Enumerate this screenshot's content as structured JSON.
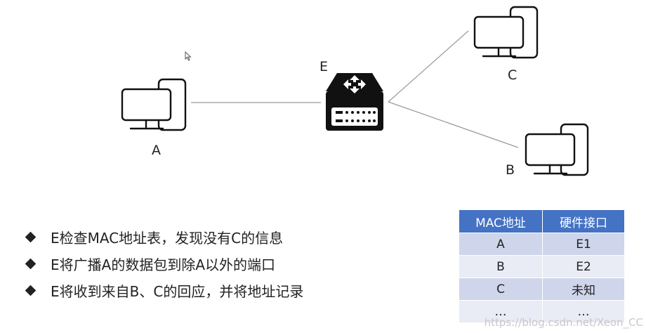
{
  "nodes": {
    "a": "A",
    "b": "B",
    "c": "C",
    "e": "E"
  },
  "bullets": [
    "E检查MAC地址表，发现没有C的信息",
    "E将广播A的数据包到除A以外的端口",
    "E将收到来自B、C的回应，并将地址记录"
  ],
  "table": {
    "headers": [
      "MAC地址",
      "硬件接口"
    ],
    "rows": [
      [
        "A",
        "E1"
      ],
      [
        "B",
        "E2"
      ],
      [
        "C",
        "未知"
      ],
      [
        "…",
        "…"
      ]
    ]
  },
  "colors": {
    "header": "#4472c4",
    "row_odd": "#cfd5ea",
    "row_even": "#e9ebf5",
    "unknown": "#c0392b"
  },
  "watermark": "https://blog.csdn.net/Xeon_CC"
}
